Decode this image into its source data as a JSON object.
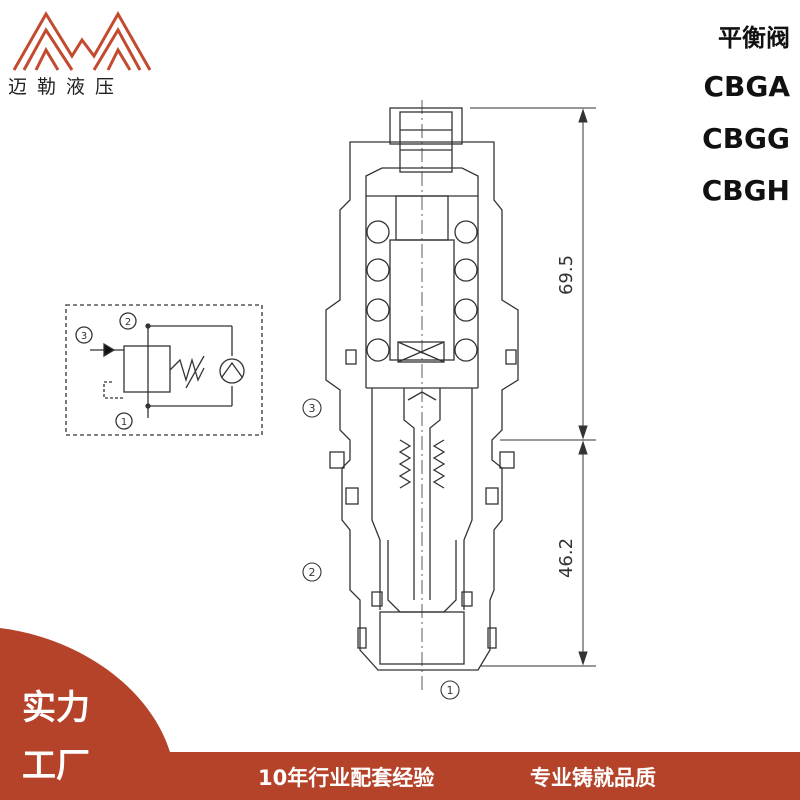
{
  "brand": {
    "name": "迈勒液压",
    "color": "#b5432a"
  },
  "models": {
    "title": "平衡阀",
    "codes": [
      "CBGA",
      "CBGG",
      "CBGH"
    ]
  },
  "drawing": {
    "dim_upper": "69.5",
    "dim_lower": "46.2",
    "ports": {
      "p3": "3",
      "p2": "2",
      "p1": "1"
    }
  },
  "schematic": {
    "ports": {
      "p3": "3",
      "p2": "2",
      "p1": "1"
    }
  },
  "banner": {
    "line1": "实力",
    "line2": "工厂",
    "slogan1": "10年行业配套经验",
    "slogan2": "专业铸就品质",
    "color": "#b5432a"
  }
}
